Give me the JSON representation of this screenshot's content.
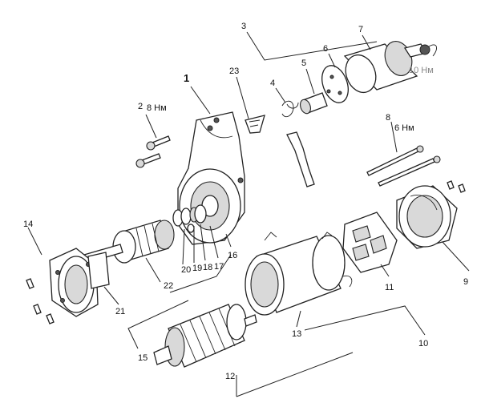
{
  "callouts": {
    "c1": "1",
    "c2": "2",
    "c3": "3",
    "c4": "4",
    "c5": "5",
    "c6": "6",
    "c7": "7",
    "c8": "8",
    "c9": "9",
    "c10": "10",
    "c11": "11",
    "c12": "12",
    "c13": "13",
    "c14": "14",
    "c15": "15",
    "c16": "16",
    "c17": "17",
    "c18": "18",
    "c19": "19",
    "c20": "20",
    "c21": "21",
    "c22": "22",
    "c23": "23"
  },
  "torques": {
    "t2": "8 Нм",
    "t7": "10 Нм",
    "t8": "6 Нм"
  }
}
